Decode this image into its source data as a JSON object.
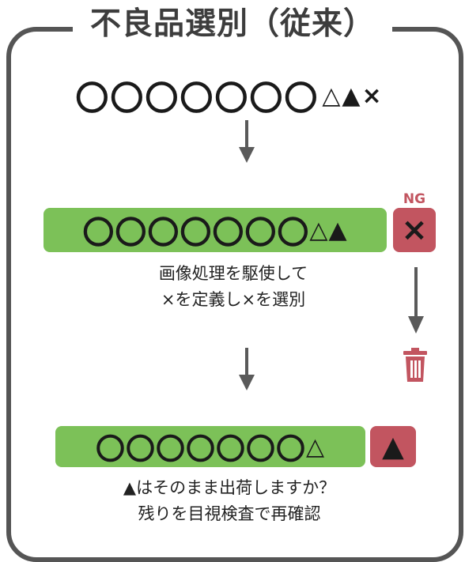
{
  "title": "不良品選別（従来）",
  "row1": {
    "marks": "〇〇〇〇〇〇〇",
    "tail": "△▲×"
  },
  "row2": {
    "marks": "〇〇〇〇〇〇〇",
    "tail": "△▲",
    "ng_label": "NG",
    "rejected": "×"
  },
  "caption1": {
    "line1": "画像処理を駆使して",
    "line2": "×を定義し×を選別"
  },
  "row3": {
    "marks": "〇〇〇〇〇〇〇",
    "tail": "△",
    "remaining": "▲"
  },
  "caption2": {
    "line1": "▲はそのまま出荷しますか？",
    "line2": "残りを目視検査で再確認"
  },
  "icons": [
    "arrow-down-icon",
    "trash-icon"
  ],
  "colors": {
    "frame": "#555555",
    "ok_bar": "#7cc158",
    "ng": "#c25560",
    "arrow": "#5a5a5a"
  }
}
